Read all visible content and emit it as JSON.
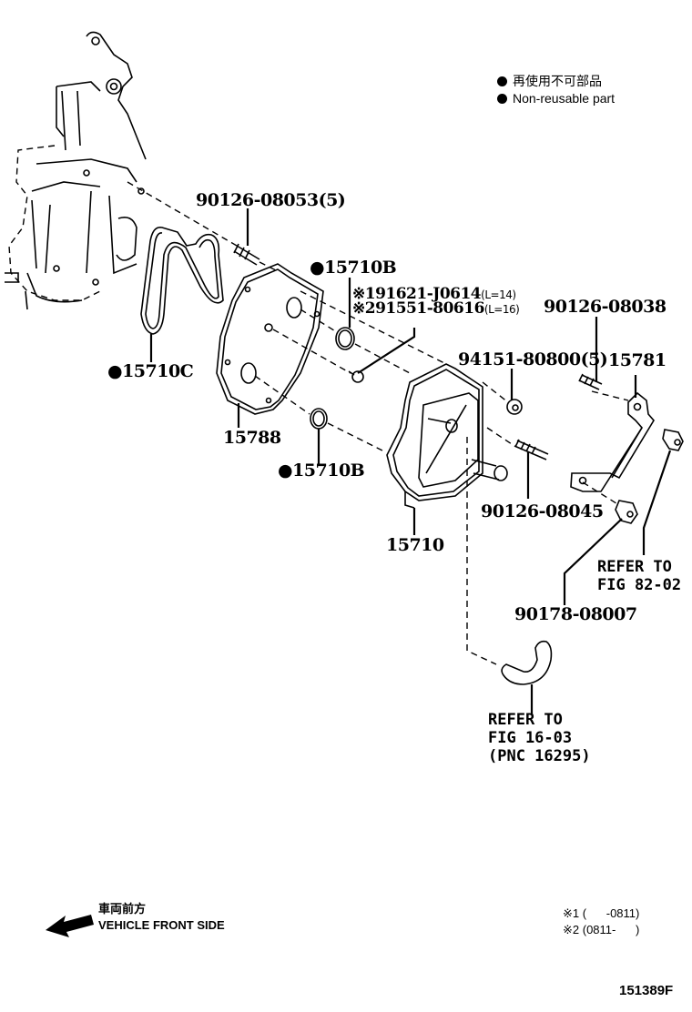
{
  "legend": {
    "items": [
      {
        "icon": "filled-circle-icon",
        "text": "再使用不可部品"
      },
      {
        "icon": "filled-circle-icon",
        "text": "Non-reusable part"
      }
    ]
  },
  "parts": {
    "stud_top": "90126-08053(5)",
    "gasket_c": "●15710C",
    "oring_top": "●15710B",
    "bolt_1": "※191621-J0614",
    "bolt_1_len": "(L=14)",
    "bolt_2": "※291551-80616",
    "bolt_2_len": "(L=16)",
    "stud_bracket": "90126-08038",
    "nut": "94151-80800(5)",
    "bracket": "15781",
    "plate": "15788",
    "oring_bottom": "●15710B",
    "stud_cooler": "90126-08045",
    "cooler": "15710",
    "bushing": "90178-08007",
    "refer_82": [
      "REFER TO",
      "FIG 82-02"
    ],
    "refer_16": [
      "REFER TO",
      "FIG 16-03",
      "(PNC 16295)"
    ]
  },
  "direction": {
    "icon": "front-arrow-icon",
    "jp": "車両前方",
    "en": "VEHICLE FRONT SIDE"
  },
  "notes": {
    "n1": "※1 (      -0811)",
    "n2": "※2 (0811-      )"
  },
  "figure_code": "151389F"
}
